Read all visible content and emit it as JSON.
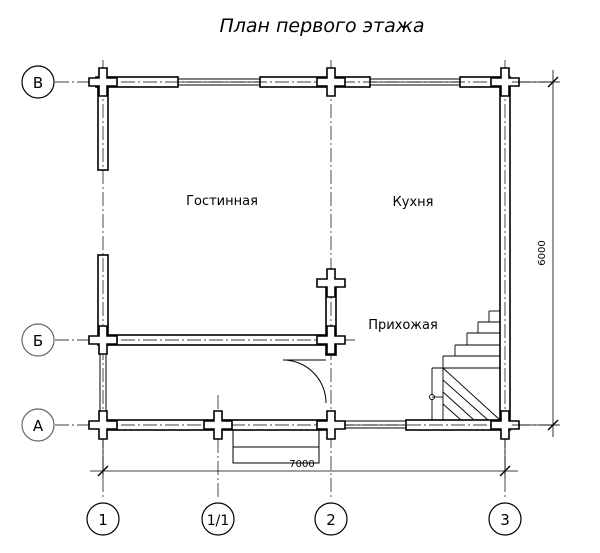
{
  "title": "План первого этажа",
  "rooms": {
    "living": "Гостинная",
    "kitchen": "Кухня",
    "hall": "Прихожая"
  },
  "dimensions": {
    "width": "7000",
    "height": "6000"
  },
  "axes": {
    "columns": [
      "1",
      "1/1",
      "2",
      "3"
    ],
    "rows": [
      "В",
      "Б",
      "А"
    ]
  }
}
